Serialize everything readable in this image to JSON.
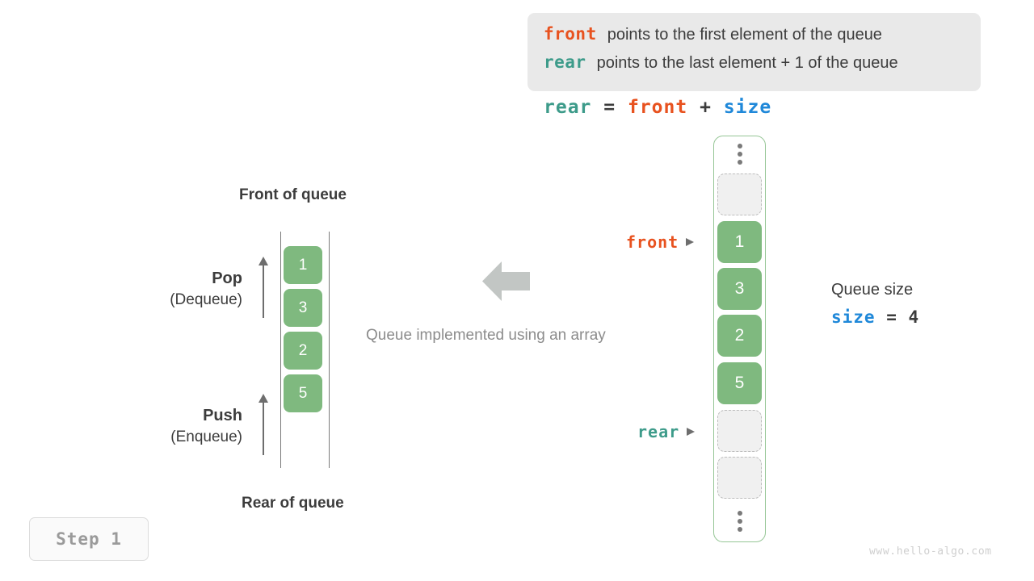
{
  "legend": {
    "rows": [
      {
        "keyword": "front",
        "text": "points to the first element of the queue",
        "color": "#e8521f"
      },
      {
        "keyword": "rear",
        "text": "points to the last element + 1 of the queue",
        "color": "#3d9b8a"
      }
    ]
  },
  "formula": {
    "lhs": "rear",
    "eq": "=",
    "rhs1": "front",
    "plus": "+",
    "rhs2": "size"
  },
  "left_diagram": {
    "top_label": "Front of queue",
    "bottom_label": "Rear of queue",
    "pop": {
      "name": "Pop",
      "alt": "(Dequeue)"
    },
    "push": {
      "name": "Push",
      "alt": "(Enqueue)"
    },
    "cells": [
      "1",
      "3",
      "2",
      "5"
    ]
  },
  "center": {
    "caption": "Queue implemented using an array",
    "arrow_direction": "left",
    "arrow_color": "#c2c6c4"
  },
  "array_diagram": {
    "slots": [
      {
        "kind": "dots"
      },
      {
        "kind": "empty"
      },
      {
        "kind": "filled",
        "value": "1"
      },
      {
        "kind": "filled",
        "value": "3"
      },
      {
        "kind": "filled",
        "value": "2"
      },
      {
        "kind": "filled",
        "value": "5"
      },
      {
        "kind": "empty"
      },
      {
        "kind": "empty"
      },
      {
        "kind": "dots"
      }
    ],
    "front_pointer": "front",
    "rear_pointer": "rear"
  },
  "size_block": {
    "title": "Queue size",
    "keyword": "size",
    "equals": "=",
    "value": "4"
  },
  "step_badge": "Step 1",
  "watermark": "www.hello-algo.com",
  "colors": {
    "cell_green": "#7fb97f",
    "container_green": "#96c696",
    "front_orange": "#e8521f",
    "rear_teal": "#3d9b8a",
    "size_blue": "#1f88d9",
    "legend_bg": "#e9e9e9"
  }
}
